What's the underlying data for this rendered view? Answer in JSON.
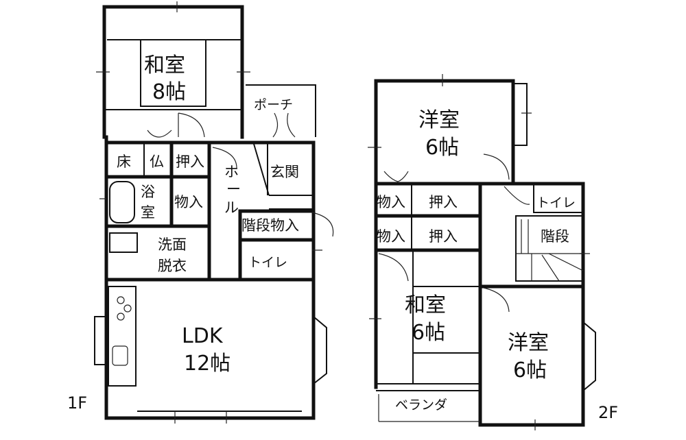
{
  "floor1": {
    "label": "1F",
    "rooms": {
      "washitsu_name": "和室",
      "washitsu_size": "8帖",
      "porch": "ポーチ",
      "toko": "床",
      "butsudan": "仏",
      "oshiire": "押入",
      "hall_1": "ホ",
      "hall_2": "ー",
      "hall_3": "ル",
      "genkan": "玄関",
      "bath_1": "浴",
      "bath_2": "室",
      "storage": "物入",
      "stair_storage": "階段物入",
      "wash_1": "洗面",
      "wash_2": "脱衣",
      "toilet": "トイレ",
      "ldk_name": "LDK",
      "ldk_size": "12帖"
    }
  },
  "floor2": {
    "label": "2F",
    "rooms": {
      "western_a_name": "洋室",
      "western_a_size": "6帖",
      "storage_1": "物入",
      "oshiire_1": "押入",
      "storage_2": "物入",
      "oshiire_2": "押入",
      "toilet": "トイレ",
      "stairs": "階段",
      "washitsu_name": "和室",
      "washitsu_size": "6帖",
      "western_b_name": "洋室",
      "western_b_size": "6帖",
      "veranda": "ベランダ"
    }
  }
}
